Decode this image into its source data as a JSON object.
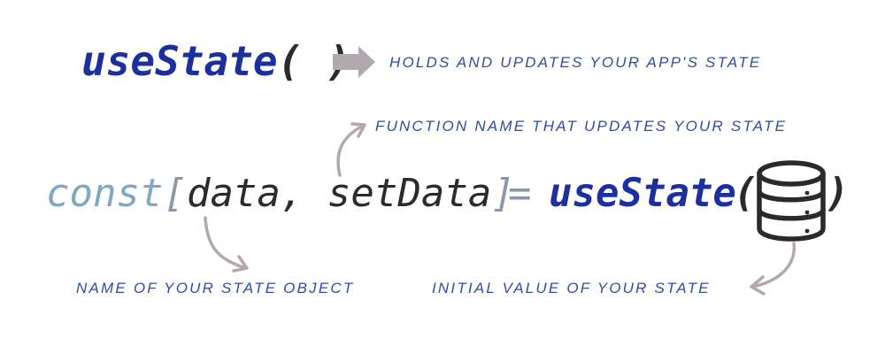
{
  "colors": {
    "hook": "#1c2f9e",
    "keyword": "#7ea7c3",
    "bracket": "#8a99a7",
    "ident": "#2b2b2b",
    "equals": "#8a99a7",
    "annotation": "#2f4ea2",
    "arrow": "#b3a8ad",
    "icon": "#2a2a2a"
  },
  "top_row": {
    "hook_name": "useState",
    "parens": "( )",
    "description": "Holds and updates your app's state"
  },
  "code_line": {
    "keyword": "const",
    "bracket_open": "[",
    "state_var": "data",
    "separator": ", ",
    "setter": "setData",
    "bracket_close": "]",
    "equals": "=",
    "hook_call": "useState",
    "paren_open": "(",
    "paren_close": ")",
    "icon": "database-icon"
  },
  "annotations": {
    "setter": "Function name that updates your state",
    "state_object": "Name of your state object",
    "initial_value": "Initial value of your state"
  }
}
